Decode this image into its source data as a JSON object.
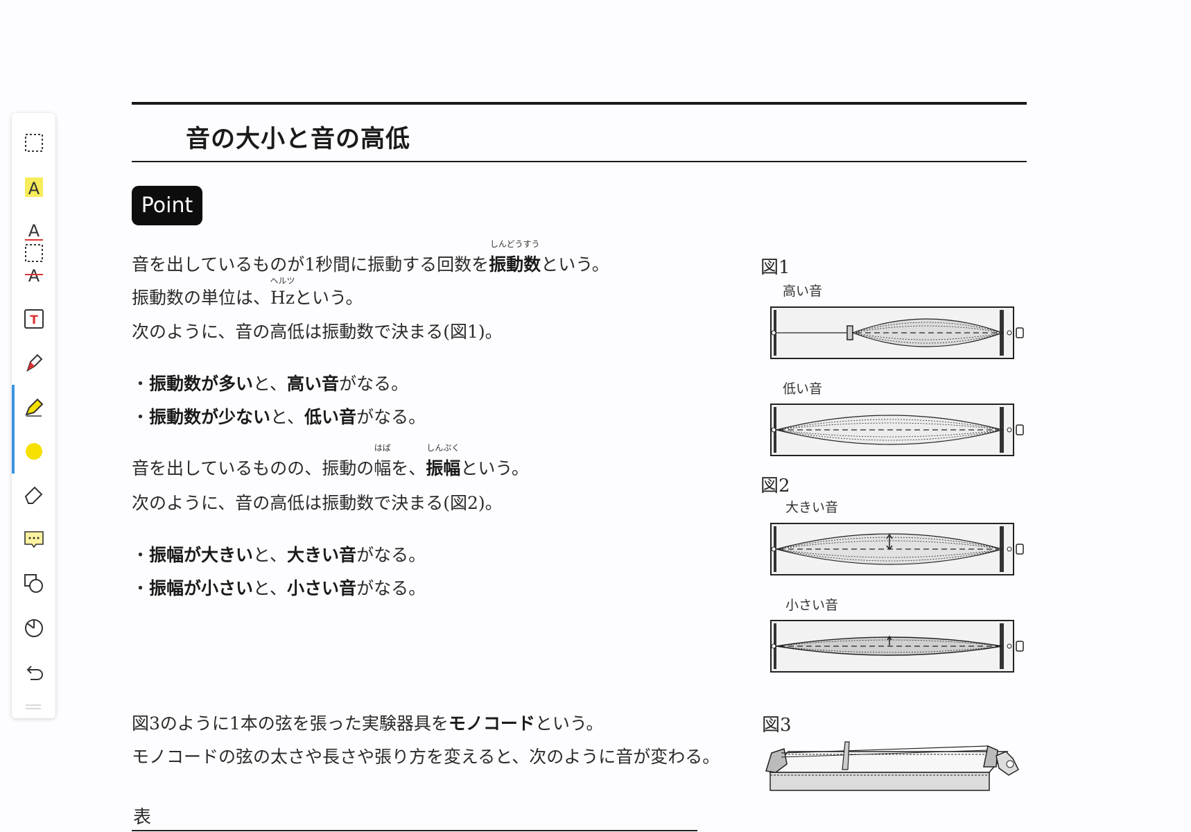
{
  "toolbar": {
    "tools": [
      {
        "name": "select-rect-icon"
      },
      {
        "name": "text-highlight-icon"
      },
      {
        "name": "text-underline-icon"
      },
      {
        "name": "text-strikethrough-icon"
      },
      {
        "name": "text-box-icon"
      },
      {
        "name": "pen-icon"
      },
      {
        "name": "highlighter-icon"
      },
      {
        "name": "color-swatch-icon",
        "color": "#f5e000"
      },
      {
        "name": "eraser-icon"
      },
      {
        "name": "comment-icon"
      },
      {
        "name": "shapes-icon"
      },
      {
        "name": "lasso-icon"
      },
      {
        "name": "undo-icon"
      }
    ],
    "active_tool": "highlighter-icon",
    "accent_color": "#3a95e0"
  },
  "page": {
    "title": "音の大小と音の高低",
    "point_badge": "Point",
    "p1": {
      "a": "音を出しているものが1秒間に振動する回数を",
      "b": "振動数",
      "b_ruby": "しんどうすう",
      "c": "という。"
    },
    "p2": {
      "a": "振動数の単位は、",
      "b": "Hz",
      "b_ruby": "ヘルツ",
      "c": "という。"
    },
    "p3": "次のように、音の高低は振動数で決まる(図1)。",
    "bullets1": [
      {
        "dot": "・",
        "b1": "振動数が多い",
        "t1": "と、",
        "b2": "高い音",
        "t2": "がなる。"
      },
      {
        "dot": "・",
        "b1": "振動数が少ない",
        "t1": "と、",
        "b2": "低い音",
        "t2": "がなる。"
      }
    ],
    "p4": {
      "a": "音を出しているものの、振動の",
      "b": "幅",
      "b_ruby": "はば",
      "c": "を、",
      "d": "振幅",
      "d_ruby": "しんぷく",
      "e": "という。"
    },
    "p5": "次のように、音の高低は振動数で決まる(図2)。",
    "bullets2": [
      {
        "dot": "・",
        "b1": "振幅が大きい",
        "t1": "と、",
        "b2": "大きい音",
        "t2": "がなる。"
      },
      {
        "dot": "・",
        "b1": "振幅が小さい",
        "t1": "と、",
        "b2": "小さい音",
        "t2": "がなる。"
      }
    ],
    "p6": {
      "a": "図3のように1本の弦を張った実験器具を",
      "b": "モノコード",
      "c": "という。"
    },
    "p7": "モノコードの弦の太さや長さや張り方を変えると、次のように音が変わる。",
    "table_label": "表"
  },
  "figures": {
    "fig1": {
      "label": "図1",
      "top_caption": "高い音",
      "bottom_caption": "低い音"
    },
    "fig2": {
      "label": "図2",
      "top_caption": "大きい音",
      "bottom_caption": "小さい音"
    },
    "fig3": {
      "label": "図3"
    }
  }
}
